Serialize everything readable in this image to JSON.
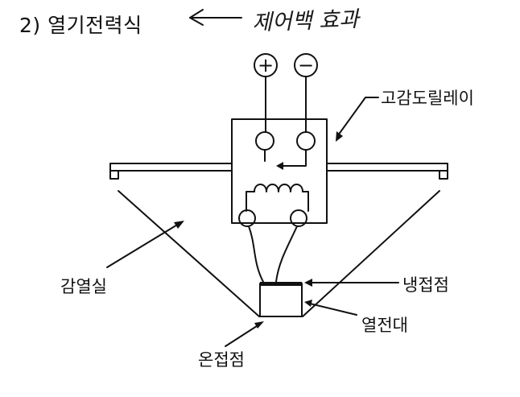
{
  "heading": "2) 열기전력식",
  "handwritten_note": "제어백 효과",
  "terminals": {
    "positive": "+",
    "negative": "−"
  },
  "labels": {
    "relay": "고감도릴레이",
    "heat_chamber": "감열실",
    "cold_junction": "냉접점",
    "thermocouple": "열전대",
    "hot_junction": "온접점"
  }
}
